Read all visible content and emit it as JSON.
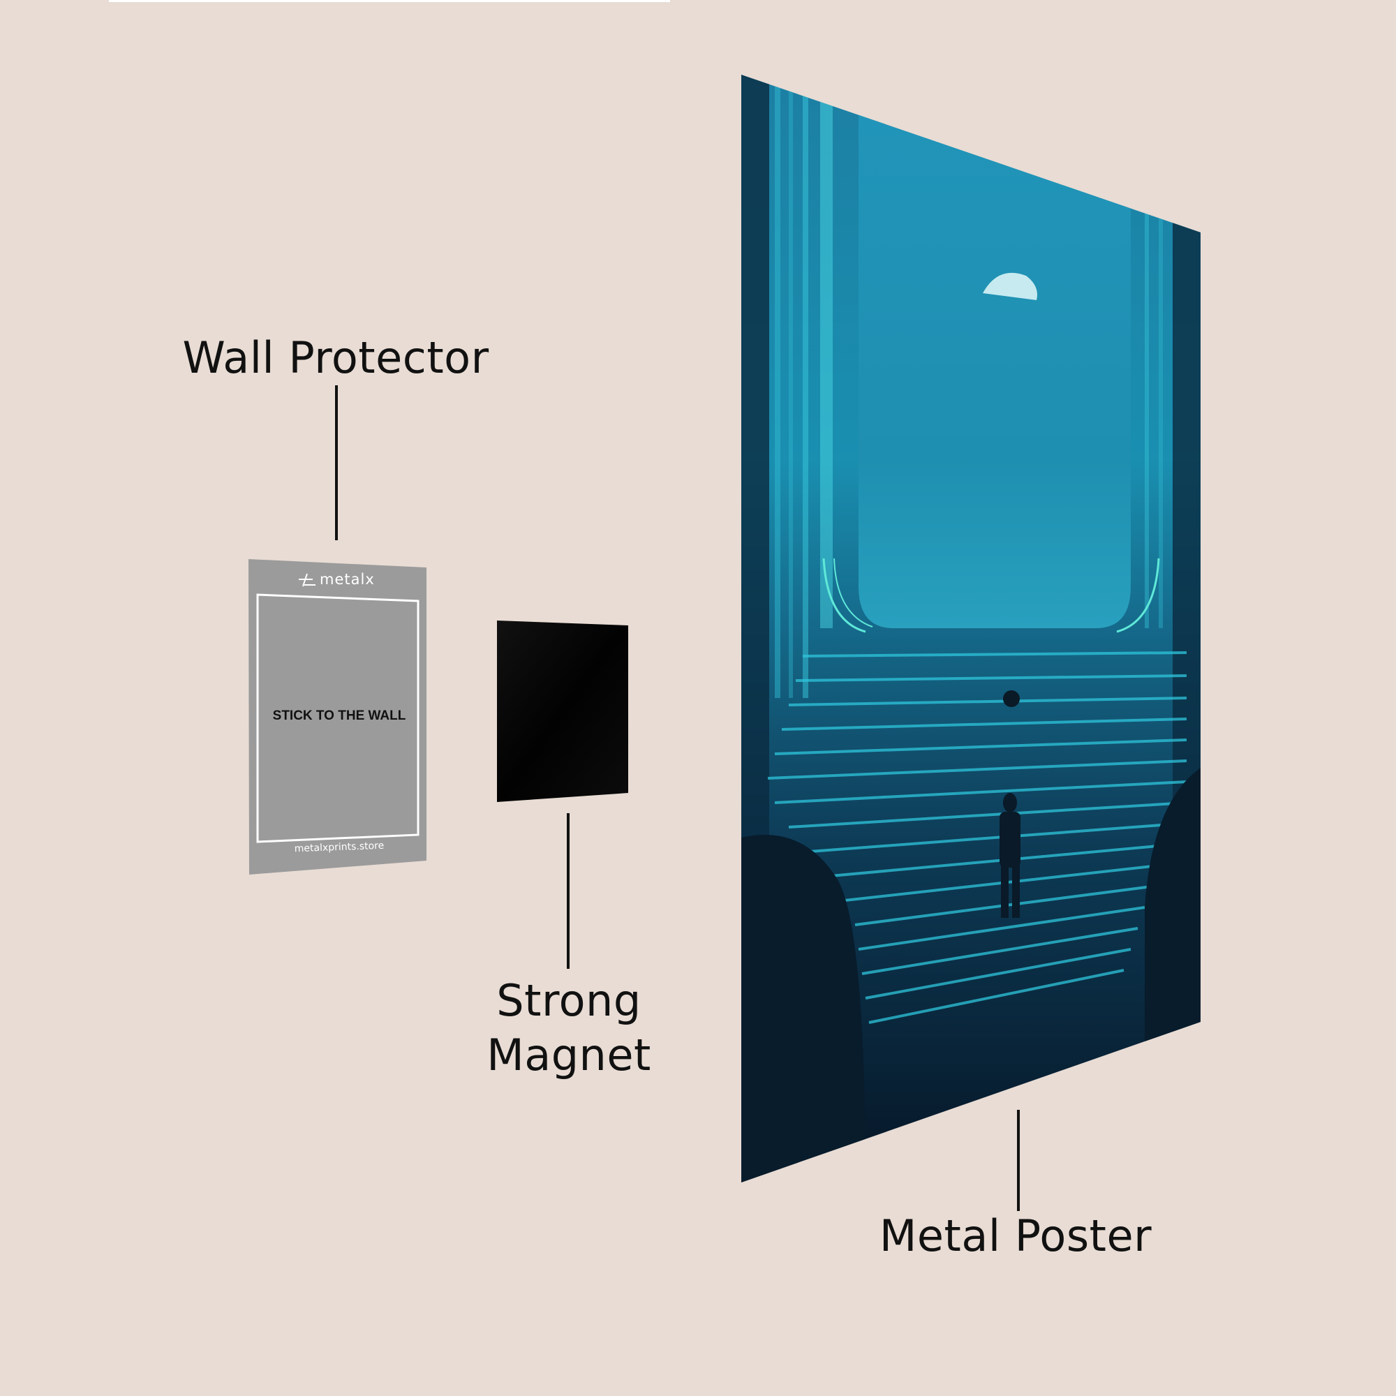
{
  "diagram": {
    "type": "product-components",
    "background_color": "#e8dcd4",
    "components": [
      {
        "id": "wall-protector",
        "label": "Wall Protector",
        "card": {
          "brand": "metalx",
          "center_text": "STICK TO THE WALL",
          "footer_text": "metalxprints.store",
          "color": "#9b9b9b"
        }
      },
      {
        "id": "strong-magnet",
        "label_line1": "Strong",
        "label_line2": "Magnet",
        "color": "#050505"
      },
      {
        "id": "metal-poster",
        "label": "Metal Poster",
        "artwork": {
          "description": "Underwater temple with glowing teal stairs, a moon-like sphere and a lone figure",
          "primary_color": "#1a8fb0",
          "dark_color": "#061525",
          "glow_color": "#2fd0e0"
        }
      }
    ]
  }
}
